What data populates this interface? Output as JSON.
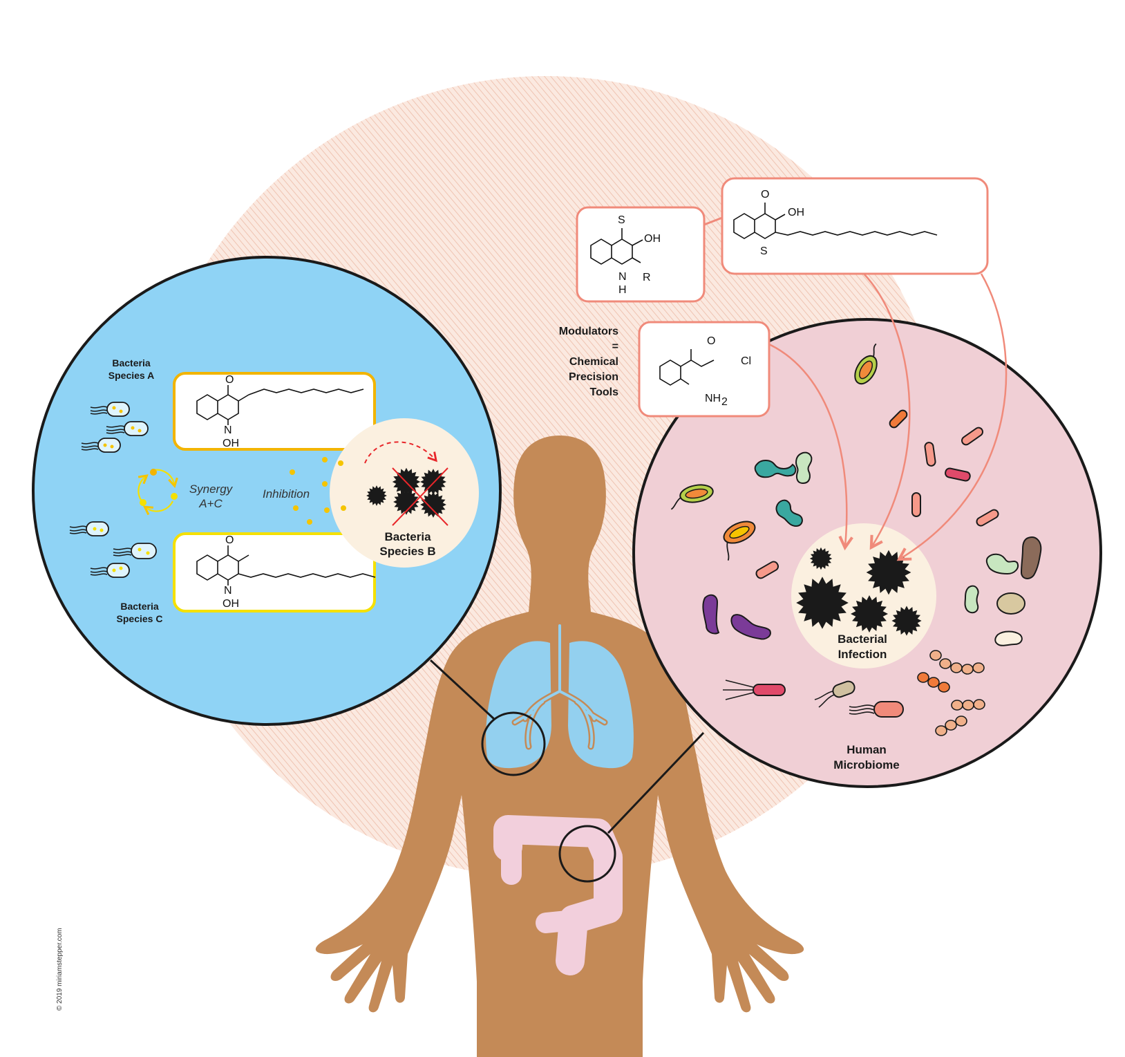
{
  "colors": {
    "background_disc": "#f7ddd0",
    "body": "#c48a57",
    "lungs": "#93d0ef",
    "intestine": "#f2cfdc",
    "left_circle": "#8fd3f5",
    "right_circle": "#f0cfd5",
    "inner_cream": "#fbf0e0",
    "salmon_accent": "#f08a7a",
    "signal_yellow": "#f5c400",
    "inhibition_red": "#e8262a"
  },
  "left_panel": {
    "species_a": "Bacteria\nSpecies A",
    "species_c": "Bacteria\nSpecies C",
    "species_b": "Bacteria\nSpecies B",
    "synergy": "Synergy\nA+C",
    "inhibition": "Inhibition",
    "molecule_top": {
      "atoms": [
        "O",
        "N",
        "OH"
      ]
    },
    "molecule_bottom": {
      "atoms": [
        "O",
        "N",
        "OH"
      ]
    }
  },
  "modulators": {
    "label": "Modulators\n=\nChemical\nPrecision\nTools",
    "mol_thio": {
      "atoms": [
        "S",
        "OH",
        "N",
        "H",
        "R"
      ]
    },
    "mol_thiochromone": {
      "atoms": [
        "O",
        "OH",
        "S"
      ]
    },
    "mol_chloroketone": {
      "atoms": [
        "O",
        "Cl",
        "NH",
        "2"
      ]
    }
  },
  "right_panel": {
    "infection": "Bacterial\nInfection",
    "microbiome": "Human\nMicrobiome"
  },
  "credit": "© 2019 miriamstepper.com",
  "icons": [
    "bacterium-icon",
    "pathogen-icon",
    "lungs-icon",
    "intestine-icon",
    "human-body-icon",
    "cycle-arrows-icon",
    "inhibition-cross-icon"
  ]
}
